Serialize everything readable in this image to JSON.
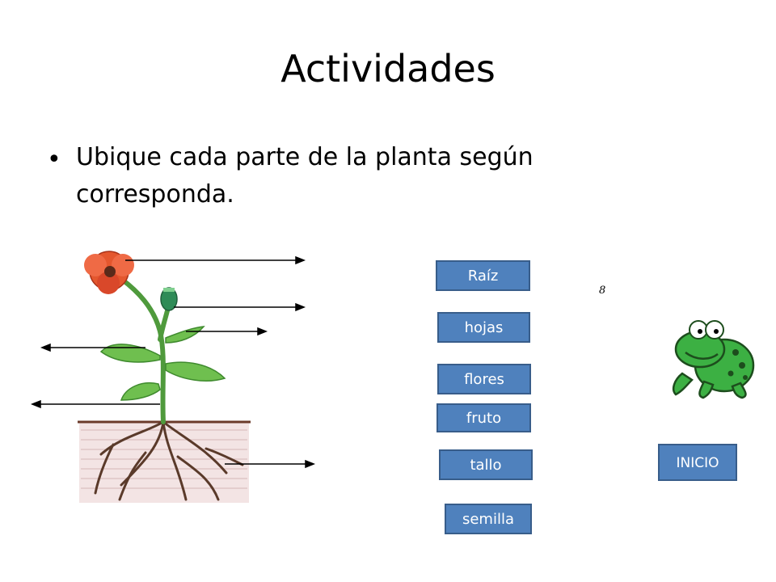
{
  "slide": {
    "title": "Actividades",
    "bullet": "Ubique cada parte de la planta según corresponda."
  },
  "labels": {
    "raiz": "Raíz",
    "hojas": "hojas",
    "flores": "flores",
    "fruto": "fruto",
    "tallo": "tallo",
    "semilla": "semilla"
  },
  "nav": {
    "inicio": "INICIO"
  },
  "misc": {
    "glyph": "8"
  },
  "colors": {
    "button_fill": "#4f81bd",
    "button_border": "#385d8a",
    "flower": "#e4572e",
    "leaf": "#66b84a",
    "frog": "#3cb043"
  }
}
